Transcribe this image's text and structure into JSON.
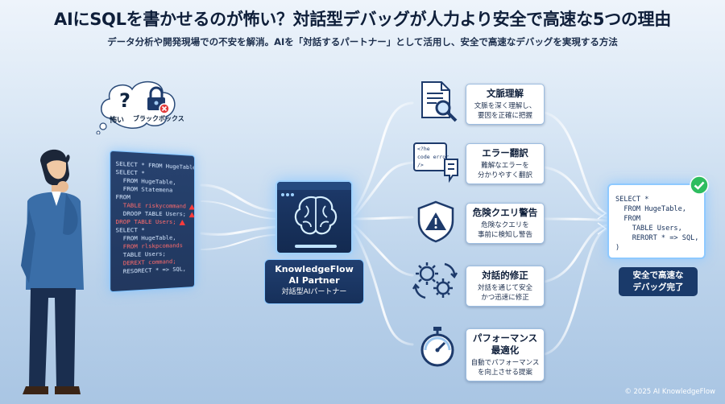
{
  "header": {
    "title": "AIにSQLを書かせるのが怖い？対話型デバッグが人力より安全で高速な5つの理由",
    "subtitle": "データ分析や開発現場での不安を解消。AIを「対話するパートナー」として活用し、安全で高速なデバッグを実現する方法"
  },
  "thought_bubble": {
    "symbol": "?",
    "labels": [
      "怖い",
      "ブラックボックス"
    ]
  },
  "user_code": {
    "lines": [
      {
        "text": "SELECT * FROM HugeTable;",
        "bad": false,
        "warn": false
      },
      {
        "text": "SELECT *",
        "bad": false,
        "warn": false
      },
      {
        "text": "  FROM HugeTable,",
        "bad": false,
        "warn": false
      },
      {
        "text": "  FROM Statemena",
        "bad": false,
        "warn": false
      },
      {
        "text": "FROM",
        "bad": false,
        "warn": false
      },
      {
        "text": "  TABLE riskycommand",
        "bad": true,
        "warn": true
      },
      {
        "text": "  DROOP TABLE Users;",
        "bad": false,
        "warn": true
      },
      {
        "text": "",
        "bad": false,
        "warn": false
      },
      {
        "text": "DROP TABLE Users;",
        "bad": true,
        "warn": true
      },
      {
        "text": "SELECT *",
        "bad": false,
        "warn": false
      },
      {
        "text": "  FROM HugeTable,",
        "bad": false,
        "warn": false
      },
      {
        "text": "  FROM rlskpcomands",
        "bad": true,
        "warn": false
      },
      {
        "text": "  TABLE Users;",
        "bad": false,
        "warn": false
      },
      {
        "text": "  DEREXT command;",
        "bad": true,
        "warn": false
      },
      {
        "text": "  RESORECT * => SQL,",
        "bad": false,
        "warn": false
      }
    ]
  },
  "ai_partner": {
    "name_line1": "KnowledgeFlow",
    "name_line2": "AI Partner",
    "name_line3": "対話型AIパートナー"
  },
  "reasons": [
    {
      "icon": "document-search-icon",
      "title": "文脈理解",
      "desc": [
        "文脈を深く理解し、",
        "要因を正確に把握"
      ]
    },
    {
      "icon": "code-translate-icon",
      "title": "エラー翻訳",
      "desc": [
        "難解なエラーを",
        "分かりやすく翻訳"
      ],
      "icon_text": [
        "<?he",
        "code error",
        "/>"
      ]
    },
    {
      "icon": "shield-warning-icon",
      "title": "危険クエリ警告",
      "desc": [
        "危険なクエリを",
        "事前に検知し警告"
      ]
    },
    {
      "icon": "gears-cycle-icon",
      "title": "対話的修正",
      "desc": [
        "対話を通じて安全",
        "かつ迅速に修正"
      ]
    },
    {
      "icon": "stopwatch-icon",
      "title": "パフォーマンス最適化",
      "title_lines": [
        "パフォーマンス",
        "最適化"
      ],
      "desc": [
        "自動でパフォーマンス",
        "を向上させる提案"
      ]
    }
  ],
  "result": {
    "lines": [
      "SELECT *",
      "  FROM HugeTable,",
      "  FROM",
      "    TABLE Users,",
      "    RERORT * => SQL,",
      ")"
    ],
    "label_line1": "安全で高速な",
    "label_line2": "デバッグ完了"
  },
  "footer": {
    "copyright": "© 2025 AI KnowledgeFlow"
  },
  "colors": {
    "accent": "#8ec9ff",
    "dark": "#16305a",
    "warning": "#ff3b3b",
    "success": "#2ebd5f"
  }
}
